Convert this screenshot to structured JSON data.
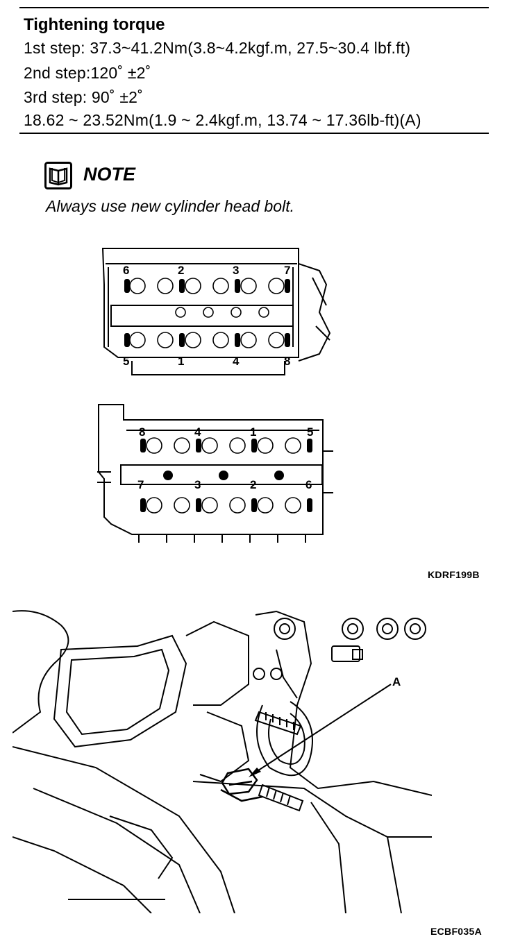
{
  "spec": {
    "title": "Tightening torque",
    "lines": [
      "1st step: 37.3~41.2Nm(3.8~4.2kgf.m, 27.5~30.4 lbf.ft)",
      "2nd step:120˚  ±2˚",
      "3rd step:  90˚  ±2˚",
      "18.62 ~ 23.52Nm(1.9 ~ 2.4kgf.m, 13.74 ~ 17.36lb-ft)(A)"
    ]
  },
  "note": {
    "icon": "book-icon",
    "label": "NOTE",
    "text": "Always use new cylinder head bolt."
  },
  "figure1": {
    "code": "KDRF199B",
    "upper_head_numbers": [
      "6",
      "2",
      "3",
      "7",
      "5",
      "1",
      "4",
      "8"
    ],
    "lower_head_numbers": [
      "8",
      "4",
      "1",
      "5",
      "7",
      "3",
      "2",
      "6"
    ]
  },
  "figure2": {
    "code": "ECBF035A",
    "callout": "A"
  }
}
